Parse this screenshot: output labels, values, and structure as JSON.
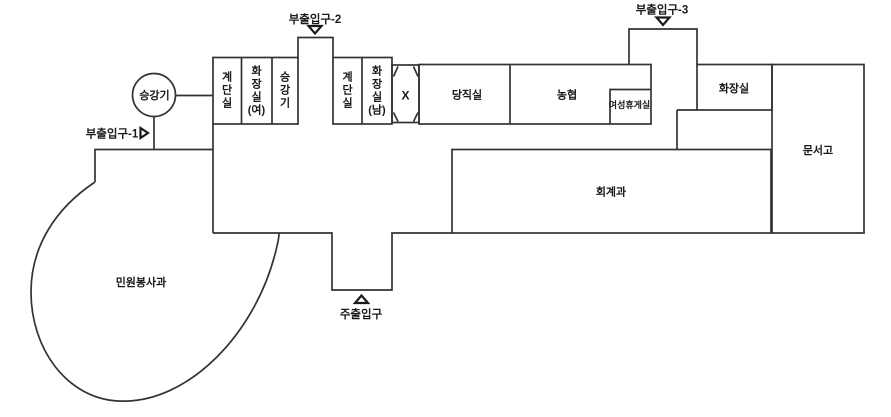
{
  "colors": {
    "line": "#333333",
    "text": "#1a1a1a",
    "background": "#ffffff"
  },
  "entrances": {
    "side1": {
      "label": "부출입구-1",
      "arrow_icon": "right-triangle"
    },
    "side2": {
      "label": "부출입구-2",
      "arrow_icon": "down-triangle"
    },
    "side3": {
      "label": "부출입구-3",
      "arrow_icon": "down-triangle"
    },
    "main": {
      "label": "주출입구",
      "arrow_icon": "up-triangle"
    }
  },
  "rooms": {
    "stair_left": {
      "label": "계단실",
      "chars": [
        "계",
        "단",
        "실"
      ]
    },
    "toilet_women": {
      "label": "화장실(여)",
      "chars": [
        "화",
        "장",
        "실",
        "(여)"
      ]
    },
    "elevator_box": {
      "label": "승강기",
      "chars": [
        "승",
        "강",
        "기"
      ]
    },
    "stair_right": {
      "label": "계단실",
      "chars": [
        "계",
        "단",
        "실"
      ]
    },
    "toilet_men": {
      "label": "화장실(남)",
      "chars": [
        "화",
        "장",
        "실",
        "(남)"
      ]
    },
    "x_room": {
      "label": "X"
    },
    "duty_room": {
      "label": "당직실"
    },
    "nonghyup": {
      "label": "농협"
    },
    "womens_lounge": {
      "label": "여성휴게실"
    },
    "toilet_right": {
      "label": "화장실"
    },
    "archive": {
      "label": "문서고"
    },
    "accounting": {
      "label": "회계과"
    },
    "civil_service": {
      "label": "민원봉사과"
    },
    "elevator": {
      "label": "승강기"
    }
  }
}
